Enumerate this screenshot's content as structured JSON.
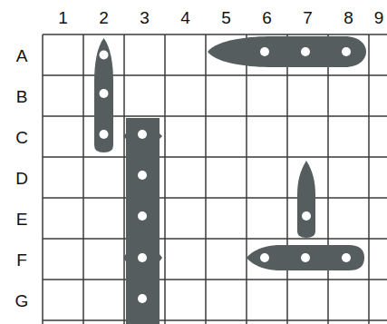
{
  "diagram": {
    "labels": [
      "1",
      "2",
      "3",
      "4",
      "5",
      "6",
      "7",
      "8",
      "9",
      "A",
      "B",
      "C",
      "D",
      "E",
      "F",
      "G"
    ]
  }
}
